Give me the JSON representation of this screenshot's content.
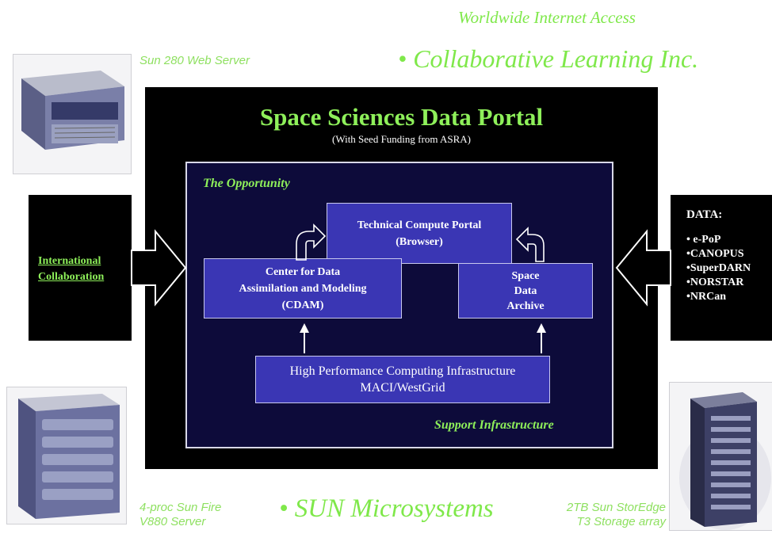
{
  "header": {
    "tagline": "Worldwide Internet Access",
    "company": "• Collaborative Learning Inc."
  },
  "portal": {
    "title": "Space Sciences Data Portal",
    "subtitle": "(With Seed Funding from ASRA)",
    "opportunity_label": "The Opportunity",
    "support_label": "Support Infrastructure",
    "boxes": {
      "tcp": [
        "Technical Compute Portal",
        "(Browser)"
      ],
      "cdam": [
        "Center for Data",
        "Assimilation and Modeling",
        "(CDAM)"
      ],
      "sda": [
        "Space",
        "Data",
        "Archive"
      ],
      "hpc": [
        "High Performance Computing Infrastructure",
        "MACI/WestGrid"
      ]
    }
  },
  "international": {
    "lines": [
      "International",
      "Collaboration"
    ]
  },
  "data_panel": {
    "title": "DATA:",
    "items": [
      "• e-PoP",
      "•CANOPUS",
      "•SuperDARN",
      "•NORSTAR",
      "•NRCan"
    ]
  },
  "hardware": {
    "web_server": "Sun 280 Web Server",
    "sunfire": [
      "4-proc Sun Fire",
      "V880 Server"
    ],
    "storedge": [
      "2TB Sun StorEdge",
      "T3 Storage array"
    ]
  },
  "footer": {
    "brand": "• SUN Microsystems"
  },
  "colors": {
    "accent_green": "#7fe84a",
    "panel_black": "#000000",
    "box_blue": "#3a36b4",
    "inner_navy": "#0d0b3a"
  }
}
